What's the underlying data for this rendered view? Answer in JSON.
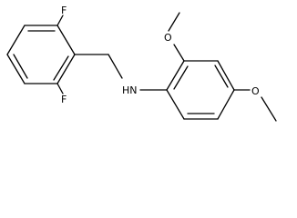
{
  "structure": {
    "labels": {
      "fluorine_top": "F",
      "fluorine_bottom": "F",
      "amine": "HN",
      "oxygen_ortho": "O",
      "oxygen_para": "O"
    }
  }
}
